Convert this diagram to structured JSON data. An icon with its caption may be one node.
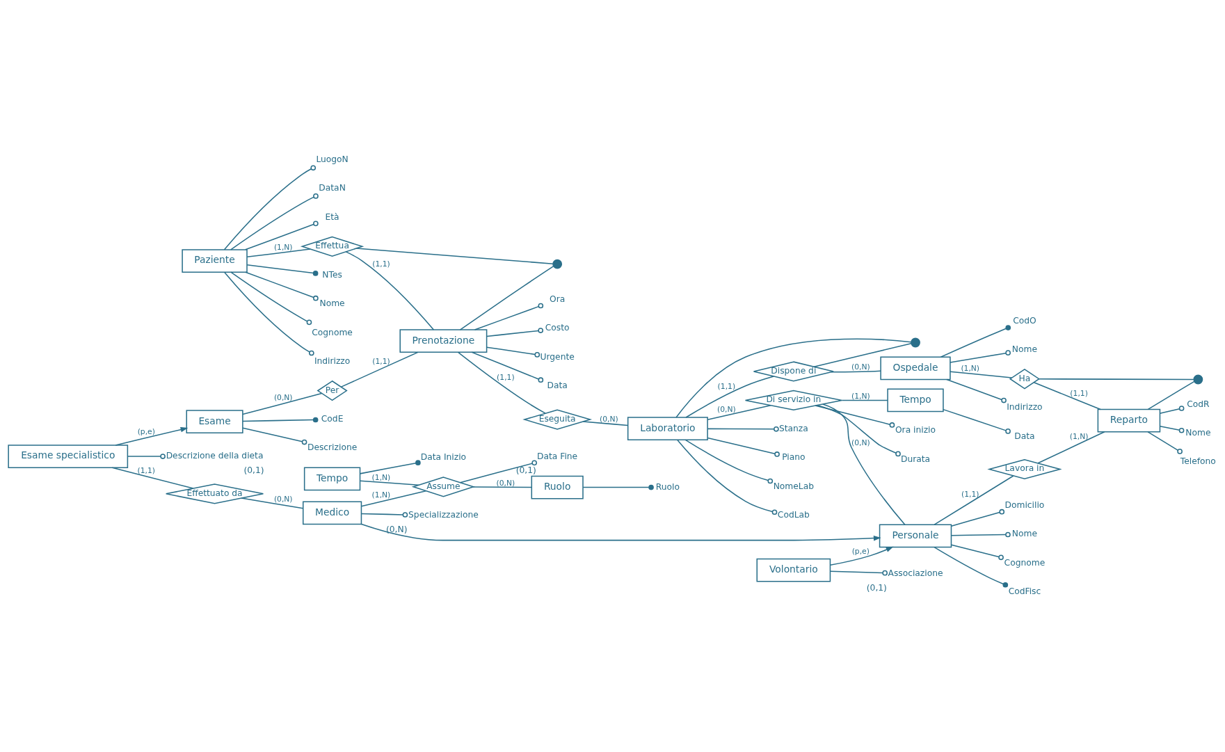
{
  "diagram": {
    "nodes": [
      {
        "text": [
          "Paziente"
        ]
      },
      {
        "text": [
          "NTes"
        ]
      },
      {
        "text": [
          "Nome"
        ]
      },
      {
        "text": [
          "Cognome"
        ]
      },
      {
        "text": [
          "Indirizzo"
        ]
      },
      {
        "text": [
          "LuogoN"
        ]
      },
      {
        "text": [
          "DataN"
        ]
      },
      {
        "text": [
          "Età"
        ]
      },
      {
        "text": [
          "Effettua"
        ]
      },
      {
        "text": [
          "Esame"
        ]
      },
      {
        "text": [
          "CodE"
        ]
      },
      {
        "text": [
          "Descrizione"
        ]
      },
      {
        "text": [
          "Per"
        ]
      },
      {
        "text": [
          "Esame specialistico"
        ]
      },
      {
        "text": [
          "Descrizione della dieta"
        ],
        "beside": [
          "(0,1)"
        ]
      },
      {
        "text": [
          "Effettuato da"
        ]
      },
      {
        "text": [
          "Tempo"
        ]
      },
      {
        "text": [
          "Data Inizio"
        ]
      },
      {
        "text": [
          "Prenotazione"
        ]
      },
      {
        "text": [
          "Ora"
        ]
      },
      {
        "text": [
          "Costo"
        ]
      },
      {
        "text": [
          "Urgente"
        ]
      },
      {
        "text": [
          "Data"
        ]
      },
      {
        "text": [],
        "shape": "circle"
      },
      {
        "text": [
          "Volontario"
        ]
      },
      {
        "text": [
          "Associazione"
        ],
        "beside": [
          "(0,1)"
        ]
      },
      {
        "text": [
          "Medico"
        ]
      },
      {
        "text": [
          "Specializzazione"
        ],
        "beside": [
          "(0,N)"
        ]
      },
      {
        "text": [
          "Assume"
        ]
      },
      {
        "text": [
          "Data Fine"
        ],
        "beside": [
          "(0,1)"
        ]
      },
      {
        "text": [
          "Eseguita"
        ]
      },
      {
        "text": [
          "Laboratorio"
        ]
      },
      {
        "text": [
          "Stanza"
        ]
      },
      {
        "text": [
          "Piano"
        ]
      },
      {
        "text": [
          "NomeLab"
        ]
      },
      {
        "text": [
          "CodLab"
        ]
      },
      {
        "text": [],
        "shape": "circle"
      },
      {
        "text": [
          "Di servizio in"
        ]
      },
      {
        "text": [
          "Ora inizio"
        ]
      },
      {
        "text": [
          "Durata"
        ]
      },
      {
        "text": [
          "Personale"
        ]
      },
      {
        "text": [
          "Domicilio"
        ]
      },
      {
        "text": [
          "Nome"
        ]
      },
      {
        "text": [
          "Cognome"
        ]
      },
      {
        "text": [
          "CodFisc"
        ]
      },
      {
        "text": [
          "Ruolo"
        ]
      },
      {
        "text": [
          "Ruolo"
        ]
      },
      {
        "text": [
          "Tempo"
        ]
      },
      {
        "text": [
          "Data"
        ]
      },
      {
        "text": [
          "Dispone di"
        ]
      },
      {
        "text": [
          "Ospedale"
        ]
      },
      {
        "text": [
          "CodO"
        ]
      },
      {
        "text": [
          "Nome"
        ]
      },
      {
        "text": [
          "Indirizzo"
        ]
      },
      {
        "text": [
          "Lavora in"
        ]
      },
      {
        "text": [
          "Ha"
        ]
      },
      {
        "text": [
          "Reparto"
        ]
      },
      {
        "text": [
          "Nome"
        ]
      },
      {
        "text": [
          "Telefono"
        ]
      },
      {
        "text": [
          "CodR"
        ]
      },
      {
        "text": [],
        "shape": "circle"
      }
    ],
    "edges": [
      {
        "from": 0,
        "to": 1,
        "arrow": "other"
      },
      {
        "from": 0,
        "to": 2,
        "arrow": "other"
      },
      {
        "from": 0,
        "to": 3,
        "arrow": "other"
      },
      {
        "from": 0,
        "to": 4,
        "arrow": "other"
      },
      {
        "from": 0,
        "to": 5,
        "arrow": "other"
      },
      {
        "from": 0,
        "to": 6,
        "arrow": "other"
      },
      {
        "from": 0,
        "to": 7,
        "arrow": "other"
      },
      {
        "from": 0,
        "to": 8,
        "arrow": "none",
        "label": "(1,N)"
      },
      {
        "from": 8,
        "to": 18,
        "arrow": "none",
        "label": "(1,1)"
      },
      {
        "from": 9,
        "to": 10,
        "arrow": "other"
      },
      {
        "from": 9,
        "to": 11,
        "arrow": "other"
      },
      {
        "from": 9,
        "to": 12,
        "arrow": "none",
        "label": "(0,N)"
      },
      {
        "from": 12,
        "to": 18,
        "arrow": "none",
        "label": "(1,1)"
      },
      {
        "from": 13,
        "to": 9,
        "arrow": "to",
        "label": "(p,e)"
      },
      {
        "from": 13,
        "to": 14,
        "arrow": "other"
      },
      {
        "from": 13,
        "to": 15,
        "arrow": "none",
        "label": "(1,1)"
      },
      {
        "from": 15,
        "to": 26,
        "arrow": "none",
        "label": "(0,N)"
      },
      {
        "from": 16,
        "to": 17,
        "arrow": "other"
      },
      {
        "from": 16,
        "to": 28,
        "arrow": "none",
        "label": "(1,N)"
      },
      {
        "from": 26,
        "to": 28,
        "arrow": "none",
        "label": "(1,N)"
      },
      {
        "from": 28,
        "to": 45,
        "arrow": "none",
        "label": "(0,N)"
      },
      {
        "from": 28,
        "to": 29,
        "arrow": "other"
      },
      {
        "from": 18,
        "to": 19,
        "arrow": "other"
      },
      {
        "from": 18,
        "to": 20,
        "arrow": "other"
      },
      {
        "from": 18,
        "to": 21,
        "arrow": "other"
      },
      {
        "from": 18,
        "to": 22,
        "arrow": "other"
      },
      {
        "from": 18,
        "to": 23,
        "arrow": "none"
      },
      {
        "from": 8,
        "to": 23,
        "arrow": "none"
      },
      {
        "from": 24,
        "to": 25,
        "arrow": "other"
      },
      {
        "from": 26,
        "to": 27,
        "arrow": "other"
      },
      {
        "from": 24,
        "to": 40,
        "arrow": "to",
        "label": "(p,e)"
      },
      {
        "from": 26,
        "to": 40,
        "arrow": "to"
      },
      {
        "from": 18,
        "to": 30,
        "arrow": "none",
        "label": "(1,1)"
      },
      {
        "from": 30,
        "to": 31,
        "arrow": "none",
        "label": "(0,N)"
      },
      {
        "from": 31,
        "to": 32,
        "arrow": "other"
      },
      {
        "from": 31,
        "to": 33,
        "arrow": "other"
      },
      {
        "from": 31,
        "to": 34,
        "arrow": "other"
      },
      {
        "from": 31,
        "to": 35,
        "arrow": "other"
      },
      {
        "from": 31,
        "to": 36,
        "arrow": "none"
      },
      {
        "from": 49,
        "to": 36,
        "arrow": "none"
      },
      {
        "from": 31,
        "to": 37,
        "arrow": "none",
        "label": "(0,N)"
      },
      {
        "from": 37,
        "to": 40,
        "arrow": "none",
        "label": "(0,N)"
      },
      {
        "from": 37,
        "to": 47,
        "arrow": "none",
        "label": "(1,N)"
      },
      {
        "from": 37,
        "to": 38,
        "arrow": "other"
      },
      {
        "from": 37,
        "to": 39,
        "arrow": "other"
      },
      {
        "from": 40,
        "to": 41,
        "arrow": "other"
      },
      {
        "from": 40,
        "to": 42,
        "arrow": "other"
      },
      {
        "from": 40,
        "to": 43,
        "arrow": "other"
      },
      {
        "from": 40,
        "to": 44,
        "arrow": "other"
      },
      {
        "from": 45,
        "to": 46,
        "arrow": "other"
      },
      {
        "from": 47,
        "to": 48,
        "arrow": "other"
      },
      {
        "from": 31,
        "to": 49,
        "arrow": "none",
        "label": "(1,1)"
      },
      {
        "from": 49,
        "to": 50,
        "arrow": "none",
        "label": "(0,N)"
      },
      {
        "from": 50,
        "to": 51,
        "arrow": "other"
      },
      {
        "from": 50,
        "to": 52,
        "arrow": "other"
      },
      {
        "from": 50,
        "to": 53,
        "arrow": "other"
      },
      {
        "from": 40,
        "to": 54,
        "arrow": "none",
        "label": "(1,1)"
      },
      {
        "from": 54,
        "to": 56,
        "arrow": "none",
        "label": "(1,N)"
      },
      {
        "from": 50,
        "to": 55,
        "arrow": "none",
        "label": "(1,N)"
      },
      {
        "from": 55,
        "to": 56,
        "arrow": "none",
        "label": "(1,1)"
      },
      {
        "from": 56,
        "to": 57,
        "arrow": "other"
      },
      {
        "from": 56,
        "to": 58,
        "arrow": "other"
      },
      {
        "from": 56,
        "to": 59,
        "arrow": "other"
      },
      {
        "from": 56,
        "to": 60,
        "arrow": "none"
      },
      {
        "from": 55,
        "to": 60,
        "arrow": "none"
      }
    ]
  }
}
